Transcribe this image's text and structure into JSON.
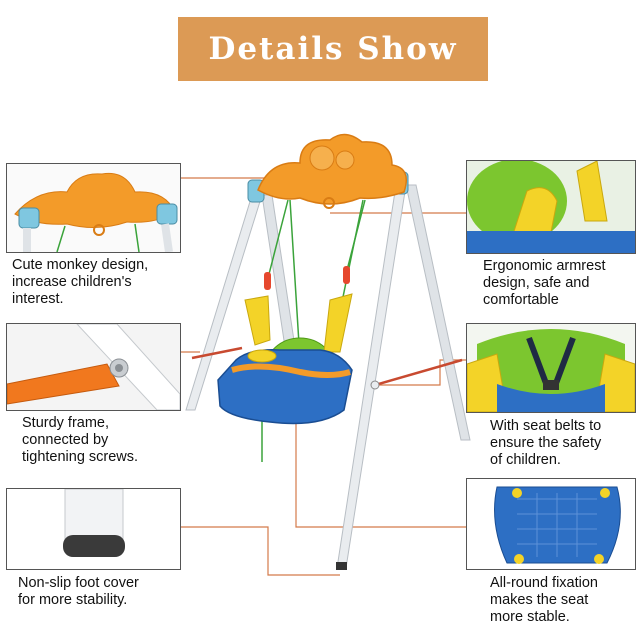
{
  "banner": {
    "title": "Details Show",
    "bg_color": "#dc9a55"
  },
  "colors": {
    "frame": "#e9ecef",
    "frame_shadow": "#b8bec4",
    "canopy": "#f39b29",
    "seat_blue": "#2d6fc4",
    "seat_yellow": "#f3d328",
    "seat_green": "#7cc62f",
    "rope": "#e6482e",
    "leader_line": "#d47a4a"
  },
  "features": [
    {
      "id": "monkey",
      "icon": "monkey-canopy-closeup",
      "lines": [
        "Cute monkey design,",
        "increase children's",
        "interest."
      ]
    },
    {
      "id": "frame",
      "icon": "frame-screw-closeup",
      "lines": [
        "Sturdy frame,",
        "connected by",
        "tightening screws."
      ]
    },
    {
      "id": "foot",
      "icon": "foot-cover-closeup",
      "lines": [
        "Non-slip foot cover",
        "for more stability."
      ]
    },
    {
      "id": "armrest",
      "icon": "armrest-closeup",
      "lines": [
        "Ergonomic armrest",
        "design, safe and",
        "comfortable"
      ]
    },
    {
      "id": "belts",
      "icon": "seat-belt-closeup",
      "lines": [
        "With seat belts to",
        "ensure the safety",
        "of children."
      ]
    },
    {
      "id": "fixation",
      "icon": "seat-underside-closeup",
      "lines": [
        "All-round fixation",
        "makes the seat",
        "more stable."
      ]
    }
  ]
}
